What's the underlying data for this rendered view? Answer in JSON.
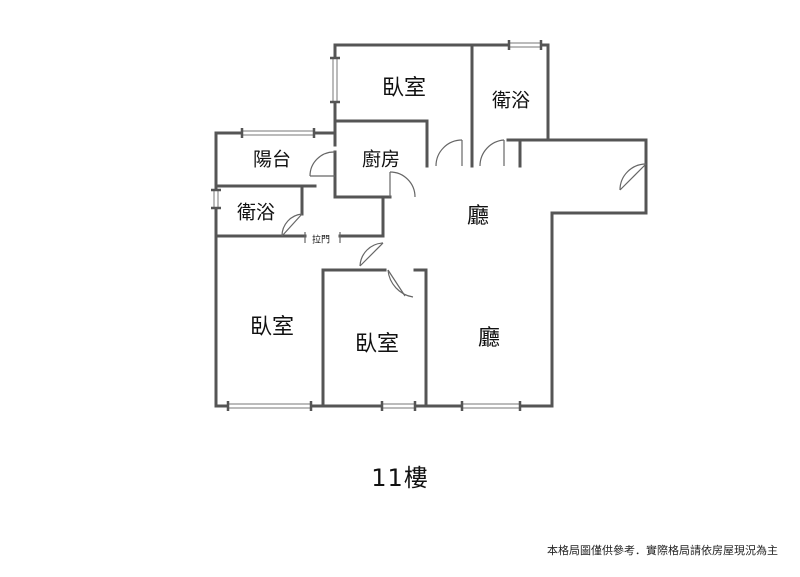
{
  "rooms": {
    "bedroom_top": "臥室",
    "bathroom_right": "衛浴",
    "balcony": "陽台",
    "kitchen": "廚房",
    "bathroom_left": "衛浴",
    "sliding_door": "拉門",
    "living_upper": "廳",
    "bedroom_left": "臥室",
    "bedroom_middle": "臥室",
    "living_lower": "廳"
  },
  "floor_label": "11樓",
  "disclaimer": "本格局圖僅供參考．實際格局請依房屋現況為主"
}
